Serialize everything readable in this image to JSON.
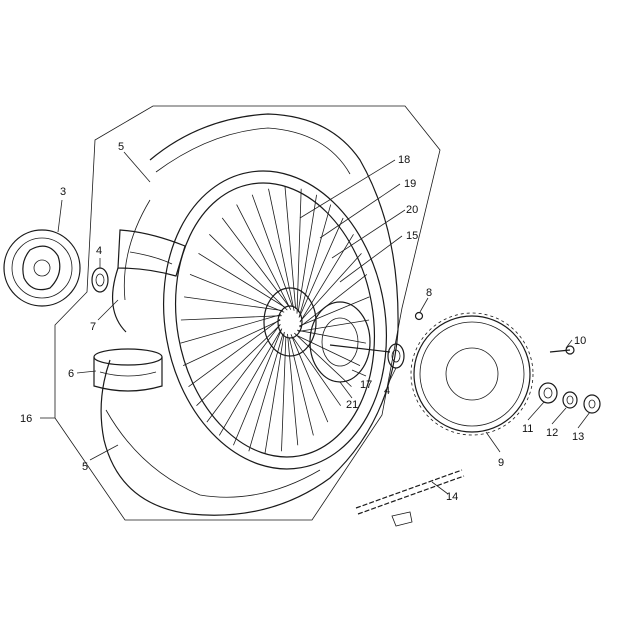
{
  "callouts": [
    {
      "id": "c3",
      "text": "3"
    },
    {
      "id": "c4a",
      "text": "4"
    },
    {
      "id": "c5a",
      "text": "5"
    },
    {
      "id": "c7",
      "text": "7"
    },
    {
      "id": "c6",
      "text": "6"
    },
    {
      "id": "c16",
      "text": "16"
    },
    {
      "id": "c5b",
      "text": "5"
    },
    {
      "id": "c18",
      "text": "18"
    },
    {
      "id": "c19",
      "text": "19"
    },
    {
      "id": "c20",
      "text": "20"
    },
    {
      "id": "c15",
      "text": "15"
    },
    {
      "id": "c17",
      "text": "17"
    },
    {
      "id": "c4b",
      "text": "4"
    },
    {
      "id": "c21",
      "text": "21"
    },
    {
      "id": "c8",
      "text": "8"
    },
    {
      "id": "c10",
      "text": "10"
    },
    {
      "id": "c11",
      "text": "11"
    },
    {
      "id": "c12",
      "text": "12"
    },
    {
      "id": "c13",
      "text": "13"
    },
    {
      "id": "c9",
      "text": "9"
    },
    {
      "id": "c14",
      "text": "14"
    }
  ]
}
